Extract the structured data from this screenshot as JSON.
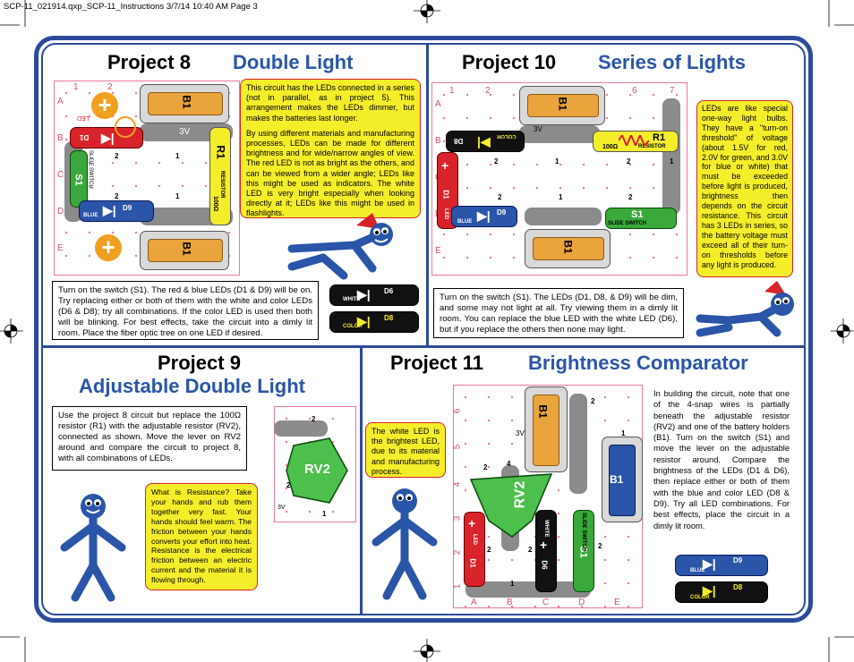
{
  "header": {
    "file_line": "SCP-11_021914.qxp_SCP-11_Instructions  3/7/14  10:40 AM  Page 3"
  },
  "colors": {
    "frame": "#2c4a9a",
    "title_blue": "#2a55a8",
    "callout_yellow": "#f4ee2a",
    "callout_border": "#d8232a",
    "led_red": "#d8232a",
    "led_blue": "#2a55a8",
    "led_black": "#111111",
    "led_yellow": "#f4ee2a",
    "switch_green": "#3aa83a",
    "rv2_green": "#4cbf4c"
  },
  "p8": {
    "number": "Project 8",
    "name": "Double Light",
    "callout_p1": "This circuit has the LEDs connected in a series (not in parallel, as in project 5). This arrangement makes the LEDs dimmer, but makes the batteries last longer.",
    "callout_p2": "By using different materials and manufacturing processes, LEDs can be made for different brightness and for wide/narrow angles of view. The red LED is not as bright as the others, and can be viewed from a wider angle; LEDs like this might be used as indicators. The white LED is very bright especially when looking directly at it; LEDs like this might be used in flashlights.",
    "instructions": "Turn on the switch (S1). The red & blue LEDs (D1 & D9) will be on. Try replacing either or both of them with the white and color LEDs (D6 & D8); try all combinations. If the color LED is used then both will be blinking. For best effects, take the circuit into a dimly lit room. Place the fiber optic tree on one LED if desired.",
    "col_labels": [
      "1",
      "2"
    ],
    "row_labels": [
      "A",
      "B",
      "C",
      "D",
      "E"
    ],
    "parts": {
      "b1": "B1",
      "d1": "D1",
      "d1_type": "LED",
      "r1": "R1",
      "r1_type": "RESISTOR",
      "r1_value": "100Ω",
      "s1": "S1",
      "s1_type": "SLIDE SWITCH",
      "d9": "D9",
      "d9_type": "BLUE",
      "n1": "1",
      "n2": "2",
      "v3": "3V"
    },
    "leds": [
      {
        "id": "D6",
        "type": "WHITE"
      },
      {
        "id": "D8",
        "type": "COLOR"
      }
    ]
  },
  "p10": {
    "number": "Project 10",
    "name": "Series of Lights",
    "callout": "LEDs are like special one-way light bulbs. They have a \"turn-on threshold\" of voltage (about 1.5V for red, 2.0V for green, and 3.0V for blue or white) that must be exceeded before light is produced, brightness then depends on the circuit resistance. This circuit has 3 LEDs in series, so the battery voltage must exceed all of their turn-on thresholds before any light is produced.",
    "instructions": "Turn on the switch (S1). The LEDs (D1, D8, & D9) will be dim, and some may not light at all. Try viewing them in a dimly lit room. You can replace the blue LED with the white LED (D6), but if you replace the others then none may light.",
    "col_labels": [
      "1",
      "2",
      "6",
      "7"
    ],
    "row_labels": [
      "A",
      "B",
      "C",
      "D",
      "E"
    ],
    "parts": {
      "b1": "B1",
      "d8": "D8",
      "d8_type": "COLOR",
      "r1": "R1",
      "r1_type": "RESISTOR",
      "r1_value": "100Ω",
      "d1": "D1",
      "d1_type": "LED",
      "d9": "D9",
      "d9_type": "BLUE",
      "s1": "S1",
      "s1_type": "SLIDE SWITCH",
      "n1": "1",
      "n2": "2",
      "v3": "3V"
    }
  },
  "p9": {
    "number": "Project 9",
    "name": "Adjustable Double Light",
    "instructions": "Use the project 8 circuit but replace the 100Ω resistor (R1) with the adjustable resistor (RV2), connected as shown. Move the lever on RV2 around and compare the circuit to project 8, with all combinations of LEDs.",
    "callout": "What is Resistance? Take your hands and rub them together very fast. Your hands should feel warm. The friction between your hands converts your effort into heat. Resistance is the electrical friction between an electric current and the material it is flowing through.",
    "parts": {
      "rv2": "RV2",
      "n1": "1",
      "n2": "2",
      "v3": "3V"
    }
  },
  "p11": {
    "number": "Project 11",
    "name": "Brightness Comparator",
    "callout": "The white LED is the brightest LED, due to its material and manufacturing process.",
    "instructions": "In building the circuit, note that one of the 4-snap wires is partially beneath the adjustable resistor (RV2) and one of the battery holders (B1). Turn on the switch (S1) and move the lever on the adjustable resistor around. Compare the brightness of the LEDs (D1 & D6), then replace either or both of them with the blue and color LED (D8 & D9). Try all LED combinations. For best effects, place the circuit in a dimly lit room.",
    "col_labels": [
      "A",
      "B",
      "C",
      "D",
      "E"
    ],
    "row_labels": [
      "1",
      "2",
      "3",
      "4",
      "5",
      "6"
    ],
    "parts": {
      "b1a": "B1",
      "b1b": "B1",
      "rv2": "RV2",
      "d1": "D1",
      "d1_type": "LED",
      "d6": "D6",
      "d6_type": "WHITE",
      "s1": "S1",
      "s1_type": "SLIDE SWITCH",
      "n1": "1",
      "n2": "2",
      "n4": "4",
      "v3": "3V"
    },
    "leds": [
      {
        "id": "D9",
        "type": "BLUE"
      },
      {
        "id": "D8",
        "type": "COLOR"
      }
    ]
  }
}
